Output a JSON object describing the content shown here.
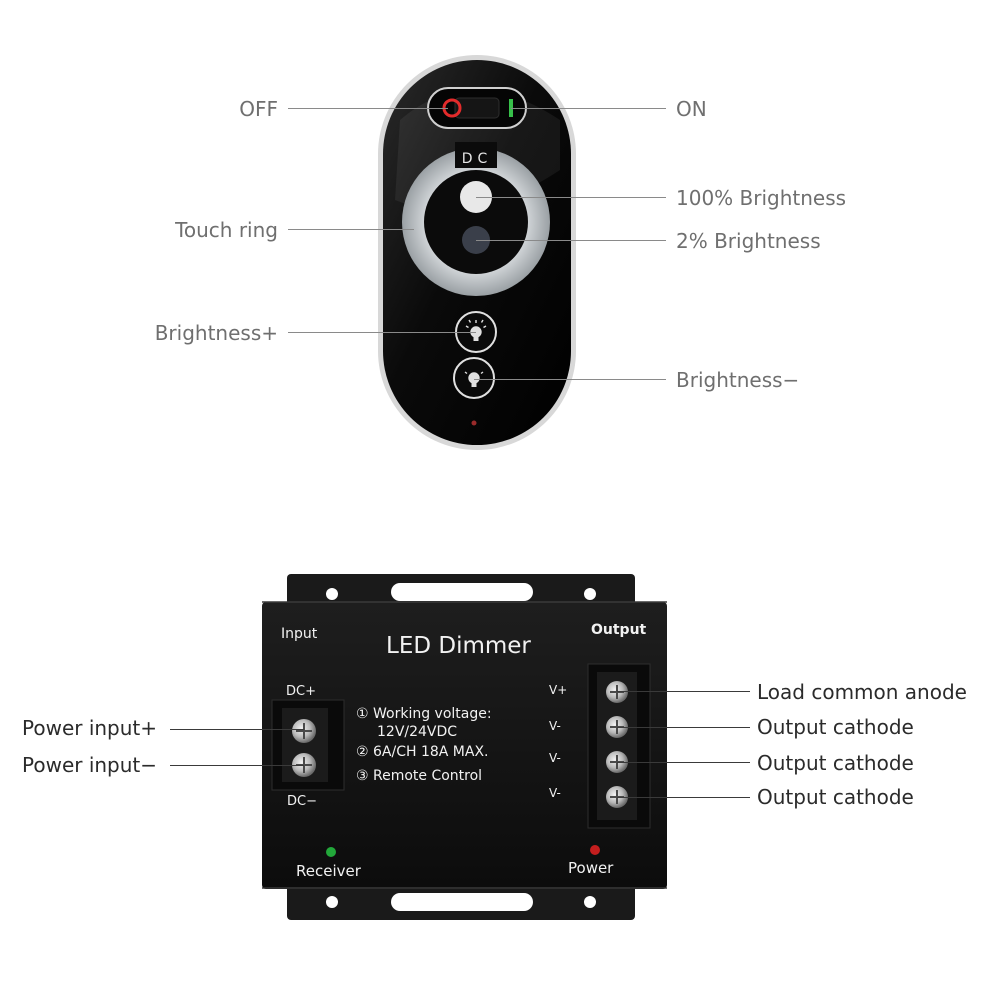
{
  "remote": {
    "dc_label": "DC",
    "callouts": {
      "off": "OFF",
      "on": "ON",
      "touch_ring": "Touch ring",
      "brightness_100": "100% Brightness",
      "brightness_2": "2% Brightness",
      "brightness_plus": "Brightness+",
      "brightness_minus": "Brightness−"
    }
  },
  "dimmer": {
    "title": "LED Dimmer",
    "input_label": "Input",
    "output_label": "Output",
    "dc_plus": "DC+",
    "dc_minus": "DC−",
    "specs": [
      "① Working voltage:",
      "12V/24VDC",
      "② 6A/CH 18A MAX.",
      "③ Remote Control"
    ],
    "receiver_label": "Receiver",
    "power_label": "Power",
    "terminals": [
      "V+",
      "V-",
      "V-",
      "V-"
    ],
    "callouts": {
      "power_input_plus": "Power input+",
      "power_input_minus": "Power input−",
      "load_common_anode": "Load common anode",
      "output_cathode_1": "Output cathode",
      "output_cathode_2": "Output cathode",
      "output_cathode_3": "Output cathode"
    }
  },
  "colors": {
    "off_indicator": "#e32b2b",
    "on_indicator": "#37c04a",
    "receiver_led": "#22a83a",
    "power_led": "#c41e1e",
    "device_body": "#121212"
  }
}
